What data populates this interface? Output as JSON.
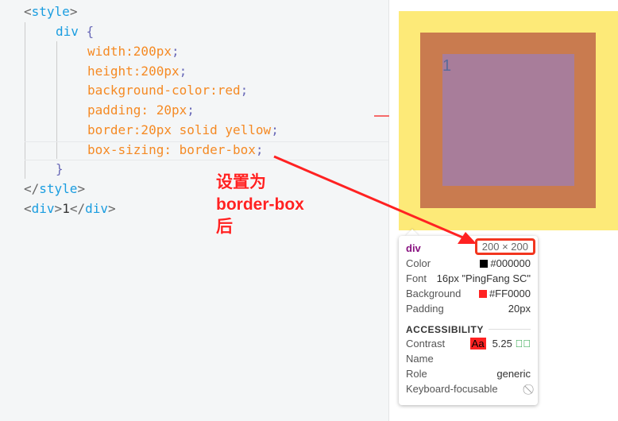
{
  "editor": {
    "lines": [
      {
        "a": "<",
        "b": "style",
        "c": ">"
      },
      {
        "sel": "div",
        "brace": "{"
      },
      {
        "prop": "width:200px",
        "semi": ";"
      },
      {
        "prop": "height:200px",
        "semi": ";"
      },
      {
        "prop": "background-color:red",
        "semi": ";"
      },
      {
        "prop": "padding: 20px",
        "semi": ";"
      },
      {
        "prop": "border:20px solid yellow",
        "semi": ";"
      },
      {
        "prop": "box-sizing: border-box",
        "semi": ";"
      },
      {
        "brace": "}"
      },
      {
        "a": "</",
        "b": "style",
        "c": ">"
      },
      {
        "a": "<",
        "b": "div",
        "c": ">",
        "text": "1",
        "a2": "</",
        "b2": "div",
        "c2": ">"
      }
    ]
  },
  "annotation": {
    "line1": "设置为",
    "line2": "border-box",
    "line3": "后"
  },
  "preview": {
    "content_text": "1"
  },
  "tooltip": {
    "tag": "div",
    "dims": "200 × 200",
    "color_label": "Color",
    "color_value": "#000000",
    "color_swatch": "#000000",
    "font_label": "Font",
    "font_value": "16px \"PingFang SC\"",
    "bg_label": "Background",
    "bg_value": "#FF0000",
    "bg_swatch": "#FF0000",
    "padding_label": "Padding",
    "padding_value": "20px",
    "accessibility": "ACCESSIBILITY",
    "contrast_label": "Contrast",
    "contrast_sample": "Aa",
    "contrast_value": "5.25",
    "name_label": "Name",
    "role_label": "Role",
    "role_value": "generic",
    "kbd_label": "Keyboard-focusable"
  }
}
